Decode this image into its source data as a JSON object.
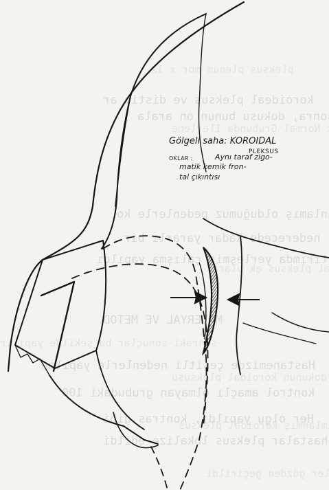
{
  "annotations": {
    "shaded_area_label": "Gölgeli saha: KOROIDAL",
    "shaded_area_label_cont": "PLEKSUS",
    "arrows_key": "OKLAR :",
    "arrows_desc_line1": "Aynı taraf zigo-",
    "arrows_desc_line2": "matik kemik fron-",
    "arrows_desc_line3": "tal çıkıntısı"
  },
  "background_text": [
    "koroideal pleksus ve distin ar",
    "sonra, dokusu bunun on arala",
    "anlamış olduğumuz pedenlerle ko",
    "nederecede kadar yararlı bir",
    "Hatırımda yerleşmiş çalışma yapıldı",
    "MATERYAL VE METOD",
    "Hastanemizde çeşitli nedenlerle yapılan",
    "kontrol amaçlı olmayan grubudaki 100",
    "Her olgu yapıldı, kontras gibi",
    "Bu hastalar pleksus lokalize edildi",
    "Sonuçta filmler gözden geçirildi",
    "pleksus plenum mor x 12",
    "Ancak Normal Grubunda İlerleme",
    "koroidal pleksus ek olarak",
    "sonraki sonuçlar bu şekilde yapılır",
    "normal dokunun koroidal pleksusu",
    "Yalnız tanımlanmış koroidal pleksus"
  ],
  "colors": {
    "paper": "#f5f3ee",
    "ink": "#161616",
    "ghost_text": "#c9c7c1"
  }
}
